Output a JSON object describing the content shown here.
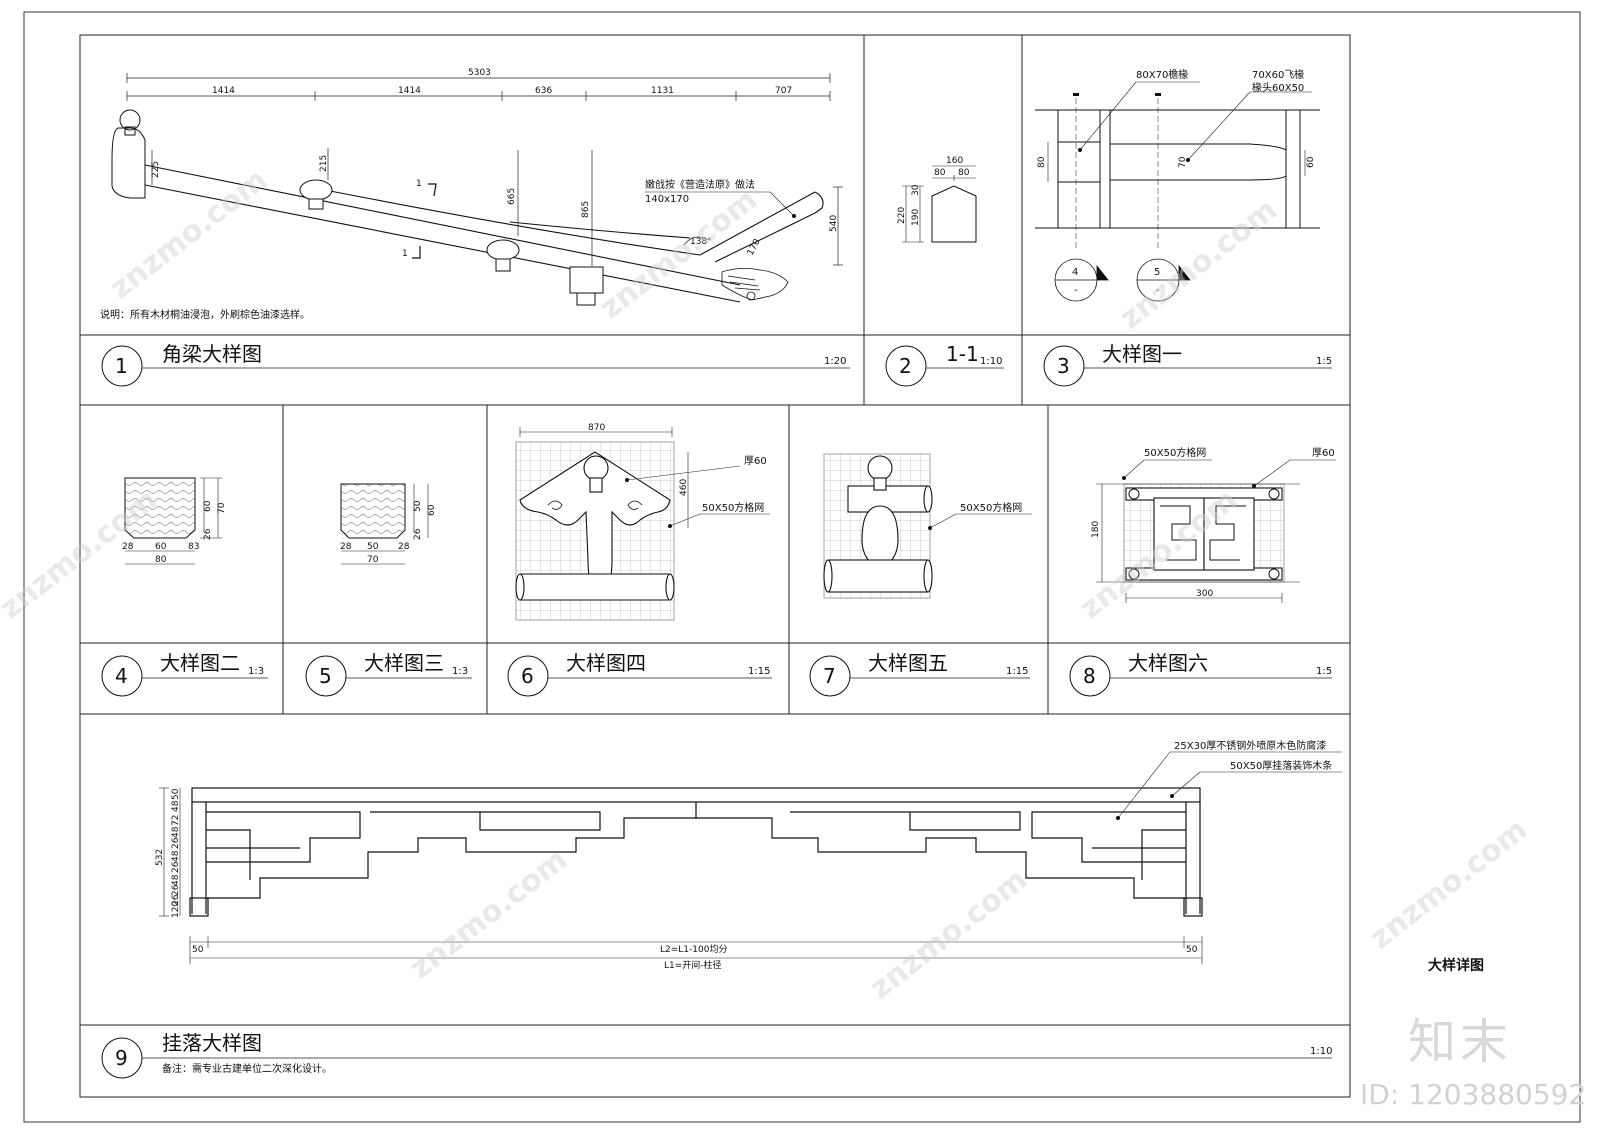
{
  "panels": [
    {
      "number": "1",
      "title": "角梁大样图",
      "scale": "1:20"
    },
    {
      "number": "2",
      "title": "1-1",
      "scale": "1:10"
    },
    {
      "number": "3",
      "title": "大样图一",
      "scale": "1:5"
    },
    {
      "number": "4",
      "title": "大样图二",
      "scale": "1:3"
    },
    {
      "number": "5",
      "title": "大样图三",
      "scale": "1:3"
    },
    {
      "number": "6",
      "title": "大样图四",
      "scale": "1:15"
    },
    {
      "number": "7",
      "title": "大样图五",
      "scale": "1:15"
    },
    {
      "number": "8",
      "title": "大样图六",
      "scale": "1:5"
    },
    {
      "number": "9",
      "title": "挂落大样图",
      "scale": "1:10"
    }
  ],
  "p1": {
    "dim_total": "5303",
    "dims_top": [
      "1414",
      "1414",
      "636",
      "1131",
      "707"
    ],
    "d225": "225",
    "d215": "215",
    "d665": "665",
    "d865": "865",
    "d540": "540",
    "d170": "170",
    "angle": "138°",
    "sec_mark": "1",
    "note_line1": "嫩戗按《营造法原》做法",
    "note_line2": "140x170",
    "footnote": "说明：所有木材桐油浸泡，外刷棕色油漆选样。"
  },
  "p2": {
    "d160": "160",
    "d80a": "80",
    "d80b": "80",
    "d220": "220",
    "d30": "30",
    "d190": "190"
  },
  "p3": {
    "label_left": "80X70檐椽",
    "label_right": "70X60飞椽",
    "label_right2": "椽头60X50",
    "d80": "80",
    "d70": "70",
    "d60": "60",
    "callout4": "4",
    "callout5": "5",
    "callout_dash": "-"
  },
  "p4": {
    "d60": "60",
    "d70": "70",
    "d28": "28",
    "d60b": "60",
    "d83": "83",
    "d80": "80",
    "d26": "26"
  },
  "p5": {
    "d50": "50",
    "d60": "60",
    "d28": "28",
    "d50b": "50",
    "d28b": "28",
    "d70": "70",
    "d26": "26"
  },
  "p6": {
    "d870": "870",
    "d460": "460",
    "thick": "厚60",
    "grid": "50X50方格网"
  },
  "p7": {
    "grid": "50X50方格网"
  },
  "p8": {
    "grid": "50X50方格网",
    "thick": "厚60",
    "d180": "180",
    "d300": "300"
  },
  "p9": {
    "label1": "25X30厚不锈钢外喷原木色防腐漆",
    "label2": "50X50厚挂落装饰木条",
    "d532": "532",
    "dims_side": [
      "50",
      "48",
      "72",
      "48",
      "26",
      "48",
      "26",
      "48",
      "26",
      "26",
      "120"
    ],
    "d50l": "50",
    "d50r": "50",
    "l2": "L2=L1-100均分",
    "l1": "L1=开间-柱径",
    "remark": "备注：需专业古建单位二次深化设计。"
  },
  "sheet_caption": "大样详图",
  "logo_brand": "知末",
  "logo_id": "ID: 1203880592",
  "watermark": "znzmo.com"
}
